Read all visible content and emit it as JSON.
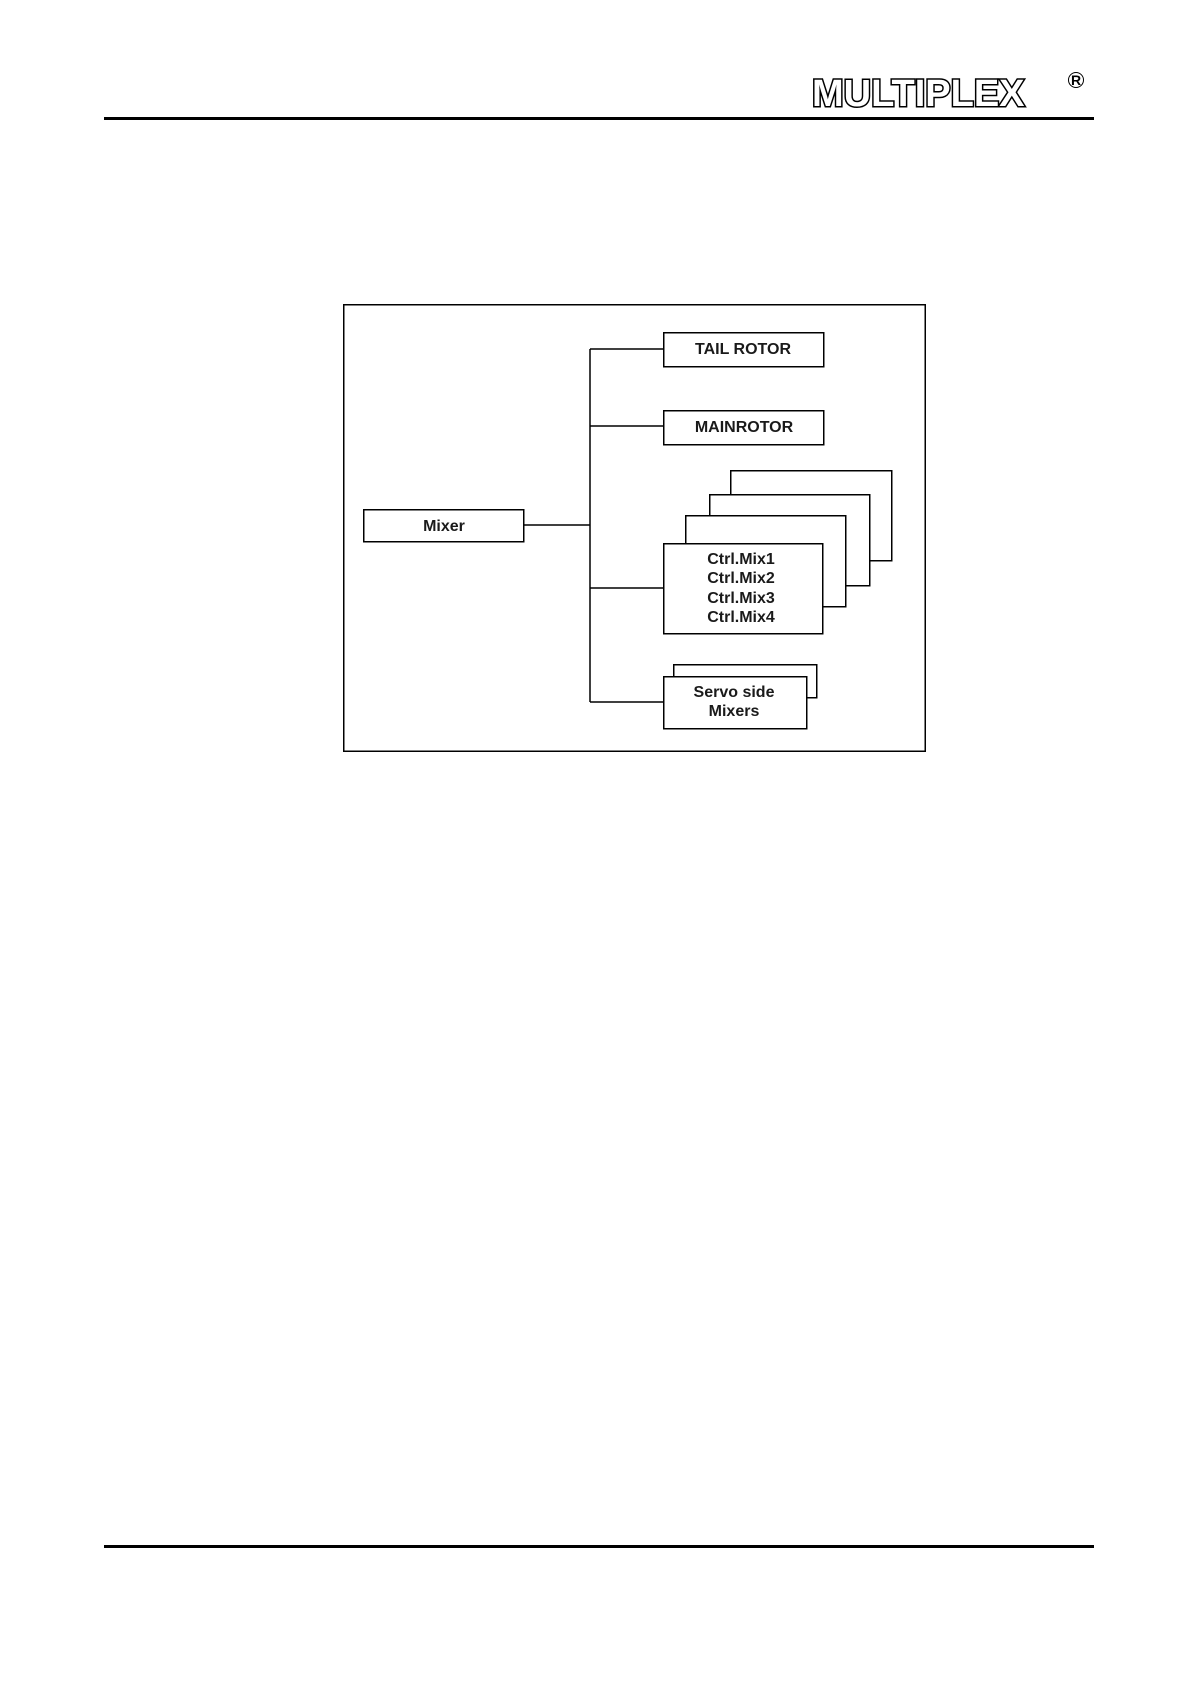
{
  "header": {
    "brand_logo_text": "MULTIPLEX",
    "registered_mark": "R"
  },
  "diagram": {
    "root": {
      "label": "Mixer"
    },
    "branches": [
      {
        "lines": [
          "TAIL ROTOR"
        ]
      },
      {
        "lines": [
          "MAINROTOR"
        ]
      },
      {
        "lines": [
          "Ctrl.Mix1",
          "Ctrl.Mix2",
          "Ctrl.Mix3",
          "Ctrl.Mix4"
        ]
      },
      {
        "lines": [
          "Servo side",
          "Mixers"
        ]
      }
    ]
  }
}
